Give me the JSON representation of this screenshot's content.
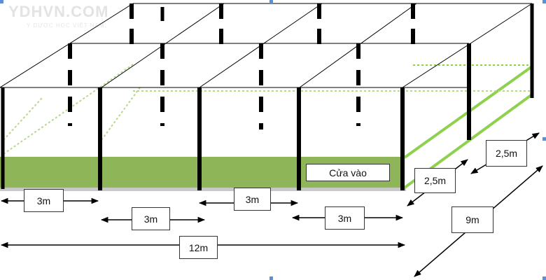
{
  "logo": {
    "title": "YDHVN.COM",
    "subtitle": "Y DƯỢC HỌC VIỆT NAM"
  },
  "labels": {
    "entrance": "Cửa vào",
    "bay_1": "3m",
    "bay_2": "3m",
    "bay_3": "3m",
    "bay_4": "3m",
    "total_length": "12m",
    "width": "9m",
    "height_front": "2,5m",
    "height_back": "2,5m"
  },
  "colors": {
    "frame": "#000000",
    "ground": "#8eb557",
    "ground_line": "#8fd14f",
    "wall_line": "#b5d98a",
    "base": "#c8c8c8"
  }
}
